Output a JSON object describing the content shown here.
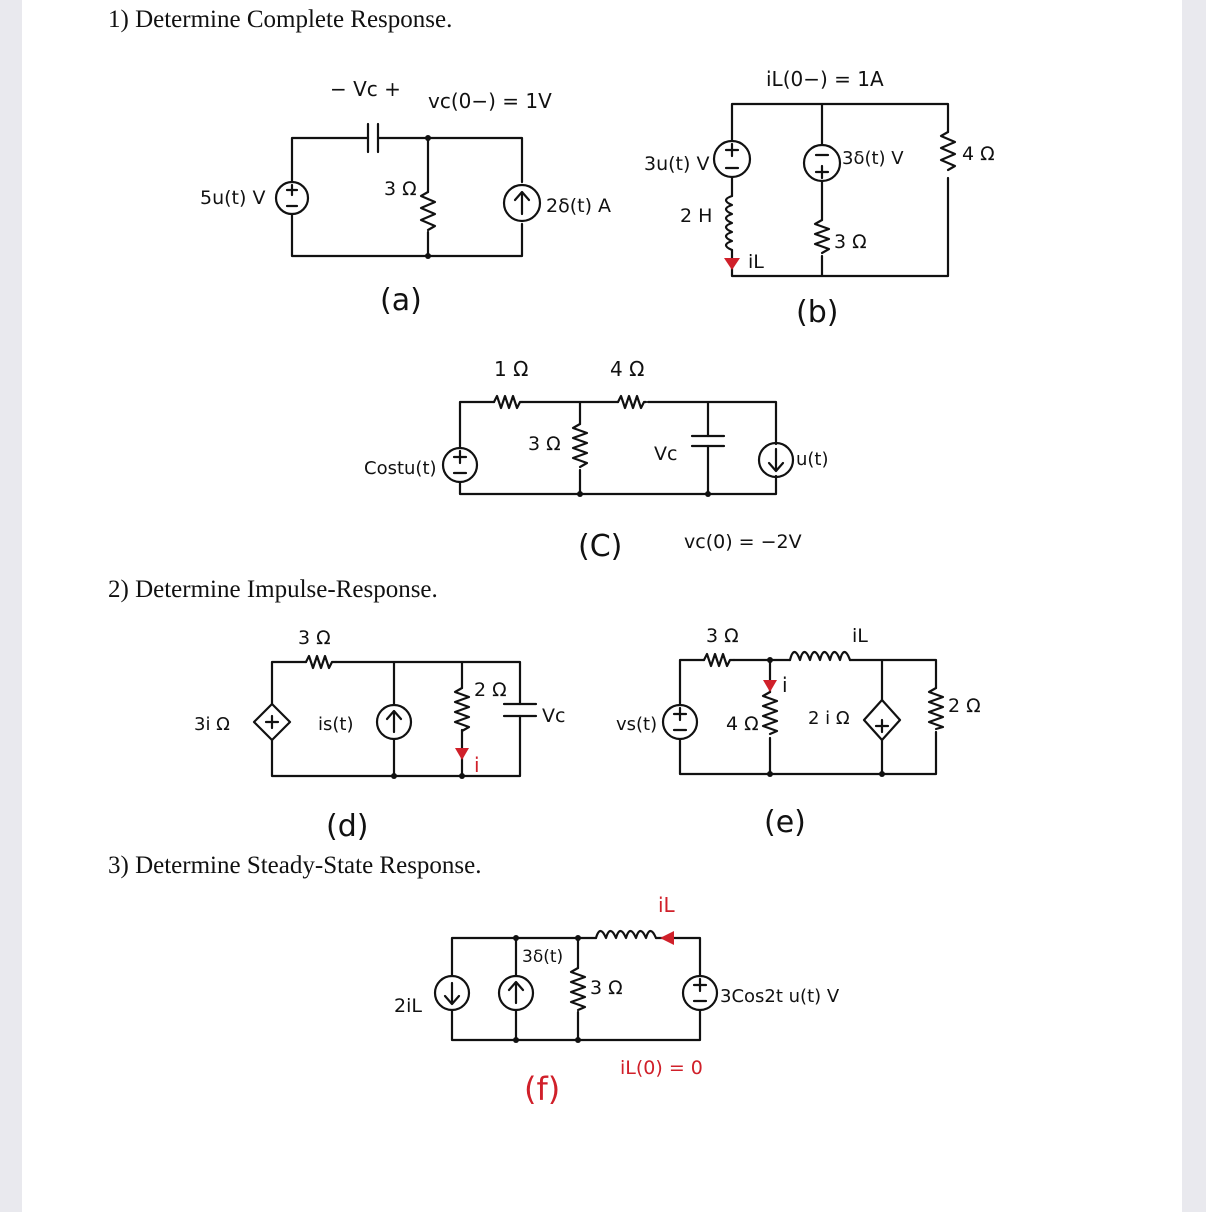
{
  "headings": {
    "h1": "1) Determine Complete Response.",
    "h2": "2) Determine Impulse-Response.",
    "h3": "3) Determine Steady-State Response."
  },
  "circuits": {
    "a": {
      "caption": "(a)",
      "cap_label": "− Vc +",
      "initial": "vc(0−) = 1V",
      "source": "5u(t) V",
      "resistor": "3 Ω",
      "current_source": "2δ(t) A"
    },
    "b": {
      "caption": "(b)",
      "initial": "iL(0−) = 1A",
      "source1": "3u(t) V",
      "inductor": "2 H",
      "il": "iL",
      "source2": "3δ(t) V",
      "resistor1": "3 Ω",
      "resistor2": "4 Ω"
    },
    "c": {
      "caption": "(C)",
      "initial": "vc(0) = −2V",
      "source": "Costu(t)",
      "r1": "1 Ω",
      "r2": "4 Ω",
      "r3": "3 Ω",
      "vc": "Vc",
      "current_source": "u(t)"
    },
    "d": {
      "caption": "(d)",
      "dep_source": "3i Ω",
      "r1": "3 Ω",
      "current_source": "is(t)",
      "r2": "2 Ω",
      "i": "i",
      "vc": "Vc"
    },
    "e": {
      "caption": "(e)",
      "source": "vs(t)",
      "r1": "3 Ω",
      "r2": "4 Ω",
      "i": "i",
      "il": "iL",
      "dep_source": "2 i Ω",
      "r3": "2 Ω"
    },
    "f": {
      "caption": "(f)",
      "initial": "iL(0) = 0",
      "dep_source": "2iL",
      "current_source": "3δ(t)",
      "il": "iL",
      "resistor": "3 Ω",
      "voltage_source": "3Cos2t u(t) V"
    }
  },
  "colors": {
    "ink": "#111111",
    "red": "#d0202a",
    "background": "#ffffff",
    "frame": "#e9e9ee"
  }
}
